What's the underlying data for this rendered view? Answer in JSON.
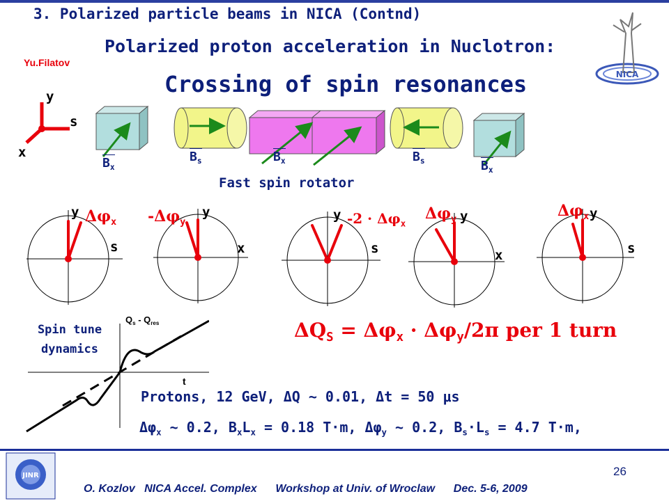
{
  "header": {
    "section_title": "3. Polarized particle beams in NICA (Contnd)",
    "subtitle": "Polarized proton acceleration in Nuclotron:",
    "author": "Yu.Filatov",
    "main_title": "Crossing of spin resonances"
  },
  "axes": {
    "y": "y",
    "s": "s",
    "x": "x"
  },
  "magnets": {
    "labels": [
      "B",
      "B",
      "B",
      "B",
      "B"
    ],
    "subs": [
      "x",
      "s",
      "x",
      "s",
      "x"
    ]
  },
  "rotator_label": "Fast spin rotator",
  "circles": [
    {
      "axis_top": "y",
      "axis_right": "s",
      "label_main": "Δφ",
      "label_sub": "x"
    },
    {
      "axis_top": "y",
      "axis_right": "x",
      "label_main": "-Δφ",
      "label_sub": "y"
    },
    {
      "axis_top": "y",
      "axis_right": "s",
      "label_main": "-2 · Δφ",
      "label_sub": "x"
    },
    {
      "axis_top": "y",
      "axis_right": "x",
      "label_main": "Δφ",
      "label_sub": "y"
    },
    {
      "axis_top": "y",
      "axis_right": "s",
      "label_main": "Δφ",
      "label_sub": "x"
    }
  ],
  "spin_tune": {
    "line1": "Spin tune",
    "line2": "dynamics",
    "qlabel_main": "Q",
    "qlabel_sub1": "s",
    "qlabel_mid": " - Q",
    "qlabel_sub2": "res",
    "t_label": "t"
  },
  "formula": {
    "p1": "ΔQ",
    "p1_sub": "S",
    "p2": " = Δφ",
    "p2_sub": "x",
    "p3": " · Δφ",
    "p3_sub": "y",
    "p4": "/2π per 1 turn"
  },
  "info": {
    "line1": "Protons, 12 GeV, ΔQ ~ 0.01, Δt = 50 μs",
    "l2_a": "Δφ",
    "l2_a_sub": "x",
    "l2_b": " ~ 0.2, B",
    "l2_b_sub": "x",
    "l2_c": "L",
    "l2_c_sub": "x",
    "l2_d": " = 0.18 T·m, Δφ",
    "l2_d_sub": "y",
    "l2_e": " ~ 0.2, B",
    "l2_e_sub": "s",
    "l2_f": "·L",
    "l2_f_sub": "s",
    "l2_g": " = 4.7 T·m,"
  },
  "footer": {
    "text": "O. Kozlov   NICA Accel. Complex      Workshop at Univ. of Wroclaw      Dec. 5-6, 2009",
    "page_number": "26",
    "logo_text": "JINR"
  },
  "colors": {
    "title_blue": "#0d1f7a",
    "red": "#e8000b",
    "cyan_magnet": "#b2dede",
    "yellow_magnet": "#f2f58a",
    "magenta_magnet": "#ee78ee",
    "arrow_green": "#1b8a1b"
  }
}
